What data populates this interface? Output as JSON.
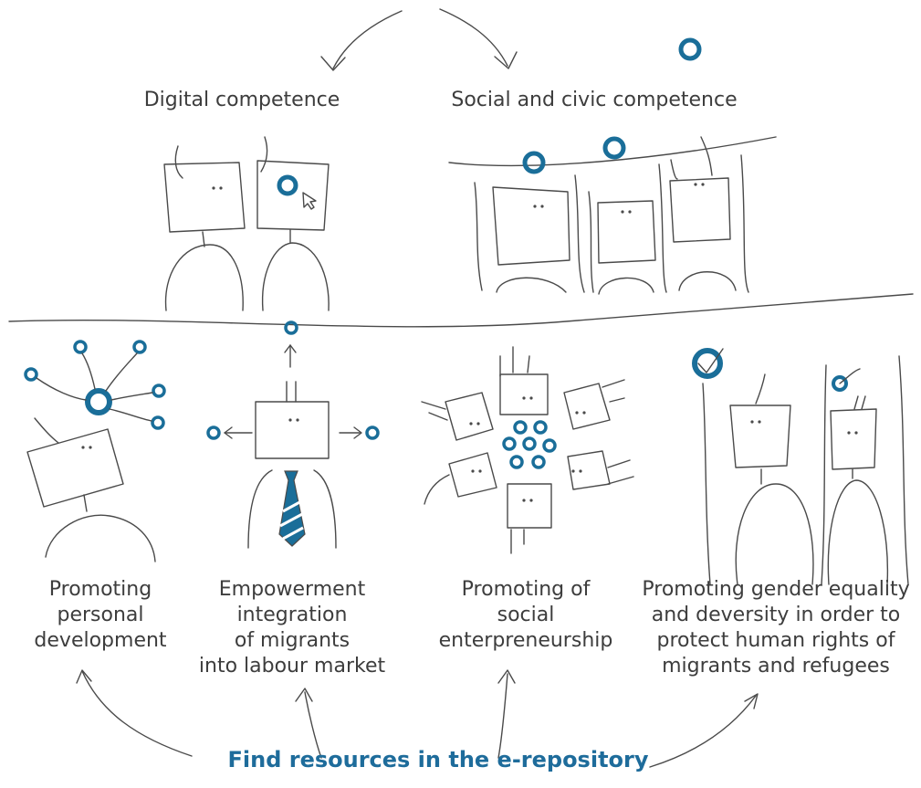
{
  "colors": {
    "accent": "#1a6e99",
    "link": "#1e6c9b",
    "ink": "#4a4a4a",
    "text": "#3d3d3d"
  },
  "top_labels": {
    "digital": "Digital competence",
    "social": "Social and civic competence"
  },
  "categories": {
    "personal": [
      "Promoting",
      "personal",
      "development"
    ],
    "empowerment": [
      "Empowerment",
      "integration",
      "of migrants",
      "into labour market"
    ],
    "enterprise": [
      "Promoting of",
      "social",
      "enterpreneurship"
    ],
    "gender": [
      "Promoting gender equality",
      "and deversity in order to",
      "protect human rights of",
      "migrants and refugees"
    ]
  },
  "cta": {
    "label": "Find resources in the e-repository"
  },
  "icons": [
    "cursor-icon",
    "checkmark-icon",
    "arrow-icon",
    "ring-icon"
  ]
}
